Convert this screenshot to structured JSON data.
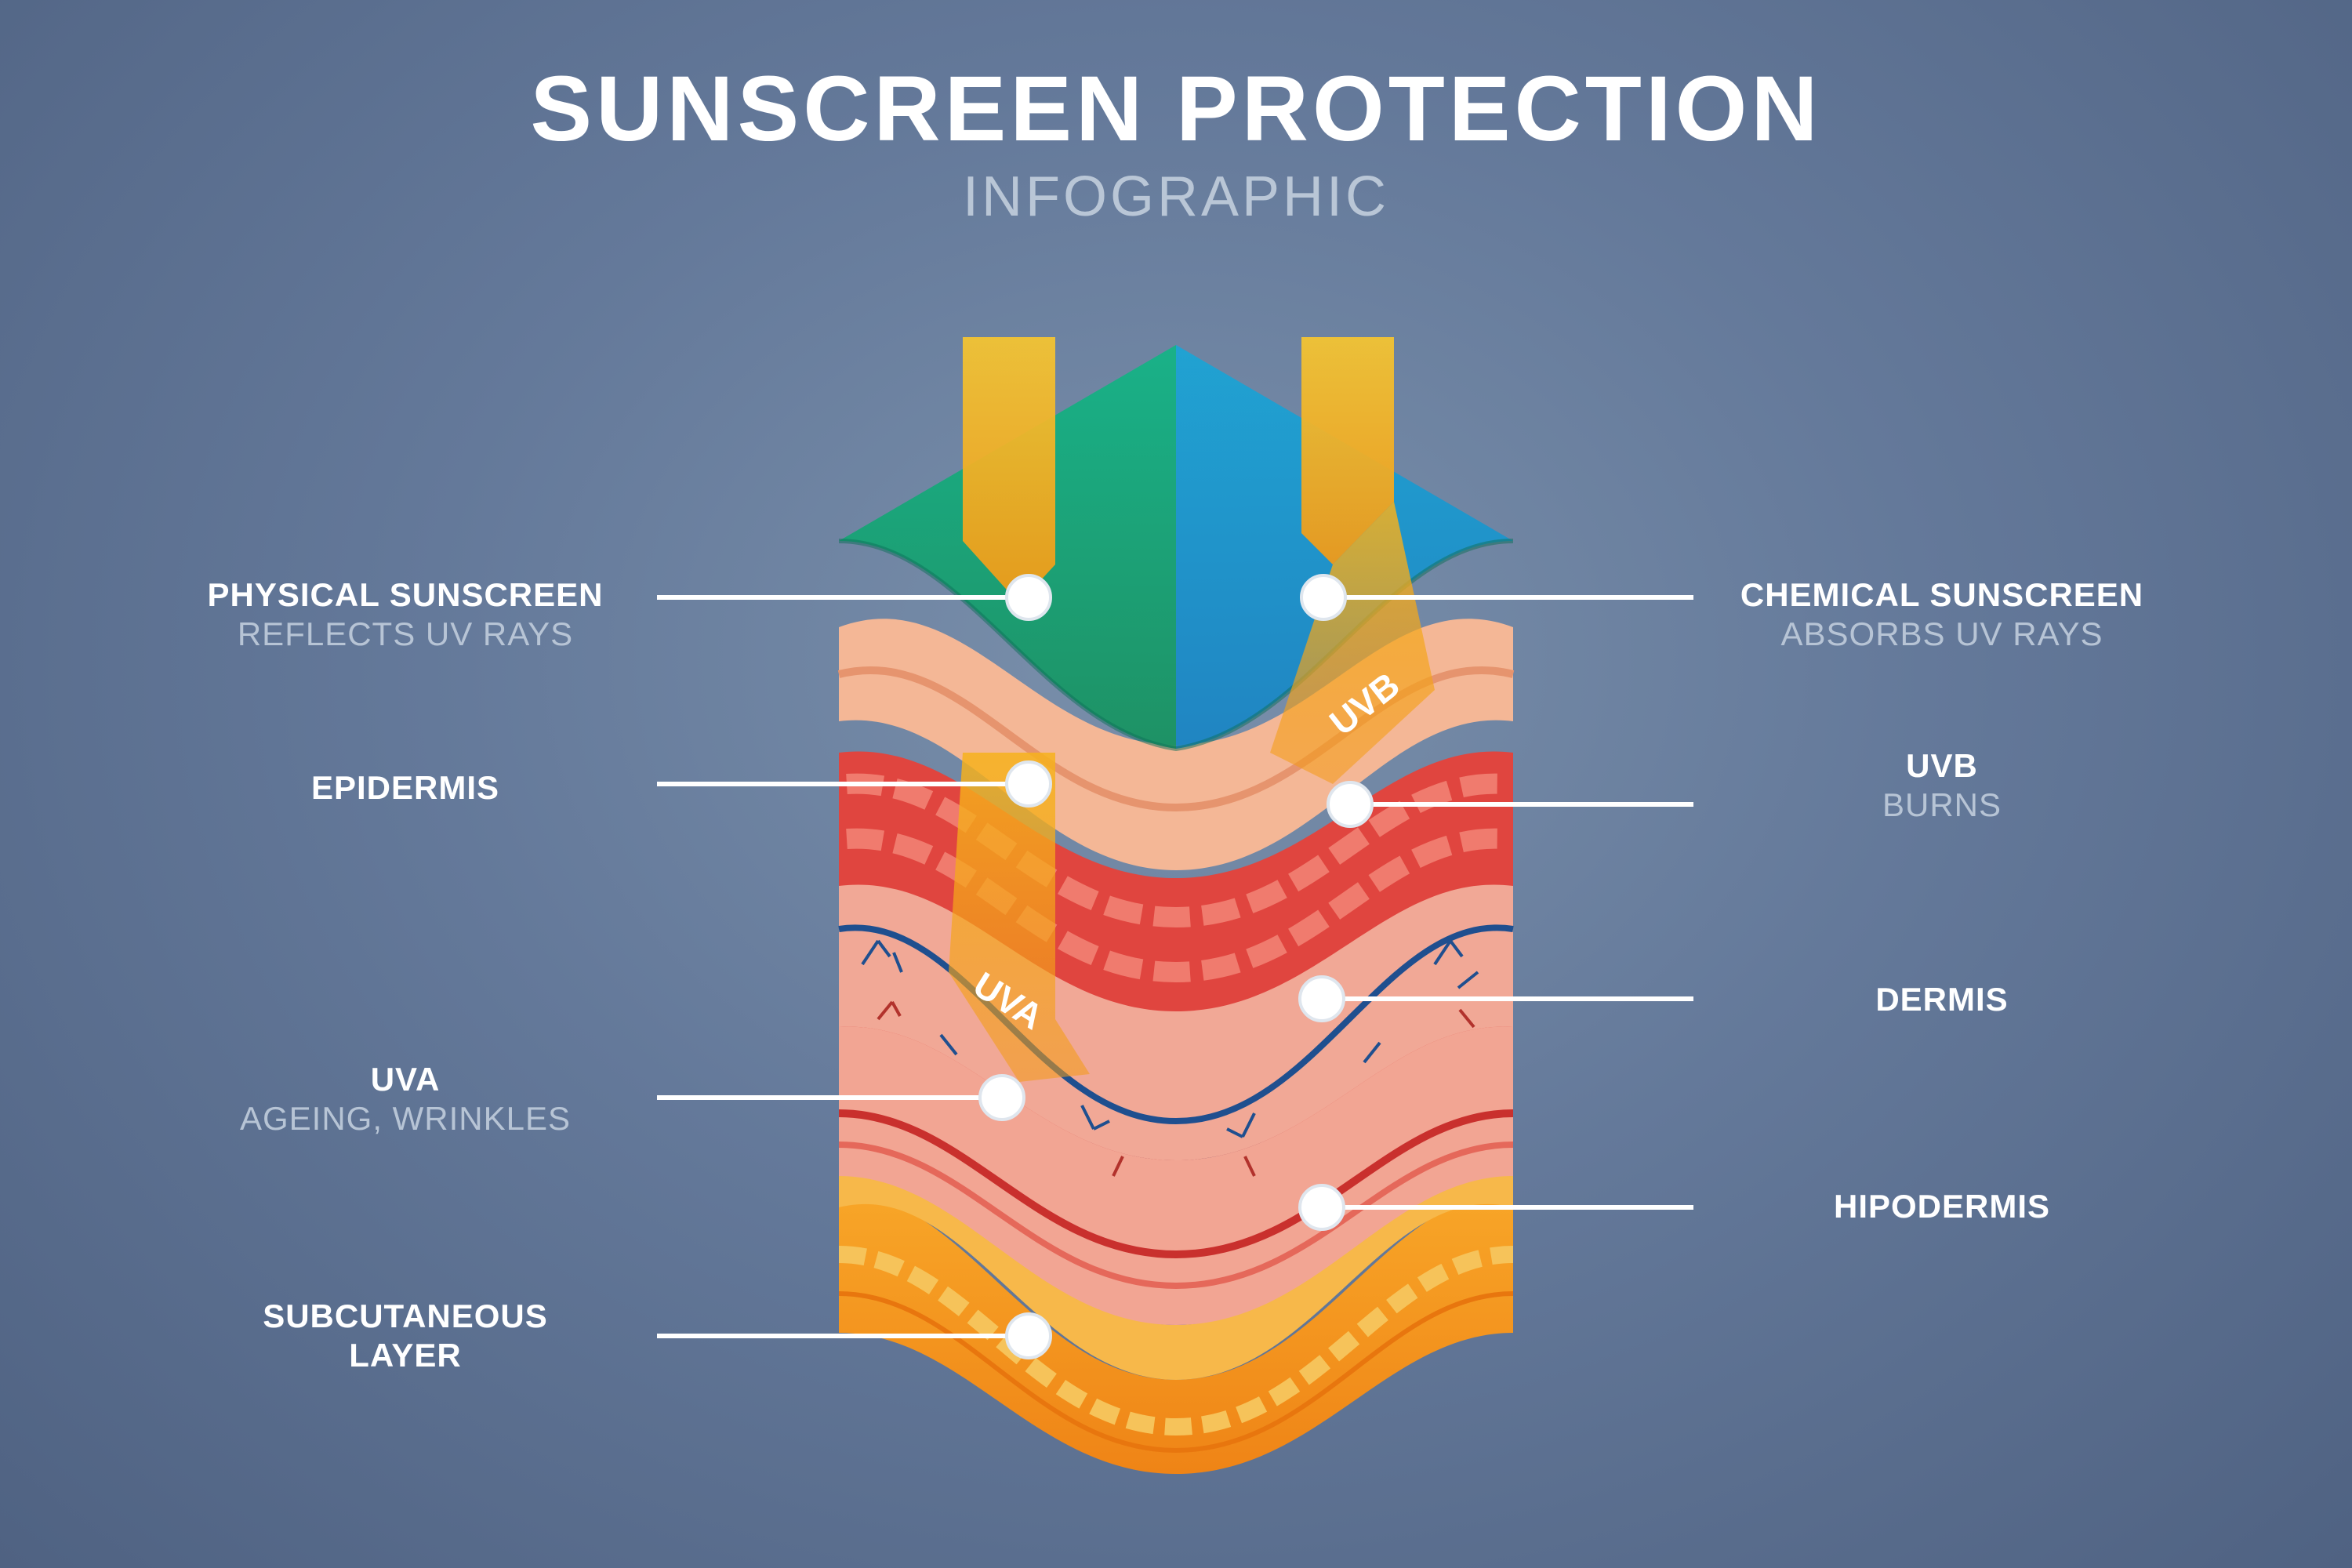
{
  "title": "SUNSCREEN PROTECTION",
  "subtitle": "INFOGRAPHIC",
  "labels": {
    "physical_sunscreen": {
      "main": "PHYSICAL SUNSCREEN",
      "sub": "REFLECTS UV RAYS"
    },
    "chemical_sunscreen": {
      "main": "CHEMICAL SUNSCREEN",
      "sub": "ABSORBS UV RAYS"
    },
    "epidermis": {
      "main": "EPIDERMIS"
    },
    "uvb": {
      "main": "UVB",
      "sub": "BURNS"
    },
    "dermis": {
      "main": "DERMIS"
    },
    "uva": {
      "main": "UVA",
      "sub": "AGEING, WRINKLES"
    },
    "hipodermis": {
      "main": "HIPODERMIS"
    },
    "subcutaneous": {
      "main": "SUBCUTANEOUS",
      "sub": "LAYER"
    }
  },
  "arrow_labels": {
    "uvb": "UVB",
    "uva": "UVA"
  },
  "colors": {
    "physical": "#1aa37a",
    "chemical": "#1d9bd1",
    "uv_ray": "#f6b21c",
    "epidermis": "#f4b796",
    "dermis": "#e0453f",
    "hipodermis": "#f2a593",
    "subcutaneous": "#f49a1d",
    "vessel": "#1f4f8f"
  }
}
